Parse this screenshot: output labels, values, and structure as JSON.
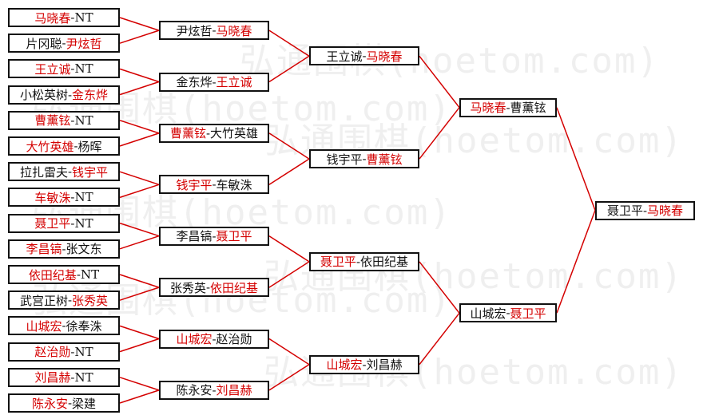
{
  "watermark": "弘通围棋(hoetom.com)",
  "colors": {
    "winner": "#d40000",
    "text": "#111111",
    "line": "#d40000",
    "border": "#111111"
  },
  "rounds": [
    {
      "name": "round1",
      "matches": [
        {
          "p1": "马晓春",
          "p2": "NT",
          "winner": 1
        },
        {
          "p1": "片冈聪",
          "p2": "尹炫哲",
          "winner": 2
        },
        {
          "p1": "王立诚",
          "p2": "NT",
          "winner": 1
        },
        {
          "p1": "小松英树",
          "p2": "金东烨",
          "winner": 2
        },
        {
          "p1": "曹薰铉",
          "p2": "NT",
          "winner": 1
        },
        {
          "p1": "大竹英雄",
          "p2": "杨晖",
          "winner": 1
        },
        {
          "p1": "拉扎雷夫",
          "p2": "钱宇平",
          "winner": 2
        },
        {
          "p1": "车敏洙",
          "p2": "NT",
          "winner": 1
        },
        {
          "p1": "聂卫平",
          "p2": "NT",
          "winner": 1
        },
        {
          "p1": "李昌镐",
          "p2": "张文东",
          "winner": 1
        },
        {
          "p1": "依田纪基",
          "p2": "NT",
          "winner": 1
        },
        {
          "p1": "武宫正树",
          "p2": "张秀英",
          "winner": 2
        },
        {
          "p1": "山城宏",
          "p2": "徐奉洙",
          "winner": 1
        },
        {
          "p1": "赵治勋",
          "p2": "NT",
          "winner": 1
        },
        {
          "p1": "刘昌赫",
          "p2": "NT",
          "winner": 1
        },
        {
          "p1": "陈永安",
          "p2": "梁建",
          "winner": 1
        }
      ]
    },
    {
      "name": "round2",
      "matches": [
        {
          "p1": "尹炫哲",
          "p2": "马晓春",
          "winner": 2
        },
        {
          "p1": "金东烨",
          "p2": "王立诚",
          "winner": 2
        },
        {
          "p1": "曹薰铉",
          "p2": "大竹英雄",
          "winner": 1
        },
        {
          "p1": "钱宇平",
          "p2": "车敏洙",
          "winner": 1
        },
        {
          "p1": "李昌镐",
          "p2": "聂卫平",
          "winner": 2
        },
        {
          "p1": "张秀英",
          "p2": "依田纪基",
          "winner": 2
        },
        {
          "p1": "山城宏",
          "p2": "赵治勋",
          "winner": 1
        },
        {
          "p1": "陈永安",
          "p2": "刘昌赫",
          "winner": 2
        }
      ]
    },
    {
      "name": "quarterfinal",
      "matches": [
        {
          "p1": "王立诚",
          "p2": "马晓春",
          "winner": 2
        },
        {
          "p1": "钱宇平",
          "p2": "曹薰铉",
          "winner": 2
        },
        {
          "p1": "聂卫平",
          "p2": "依田纪基",
          "winner": 1
        },
        {
          "p1": "山城宏",
          "p2": "刘昌赫",
          "winner": 1
        }
      ]
    },
    {
      "name": "semifinal",
      "matches": [
        {
          "p1": "马晓春",
          "p2": "曹薰铉",
          "winner": 1
        },
        {
          "p1": "山城宏",
          "p2": "聂卫平",
          "winner": 2
        }
      ]
    },
    {
      "name": "final",
      "matches": [
        {
          "p1": "聂卫平",
          "p2": "马晓春",
          "winner": 2
        }
      ]
    }
  ]
}
